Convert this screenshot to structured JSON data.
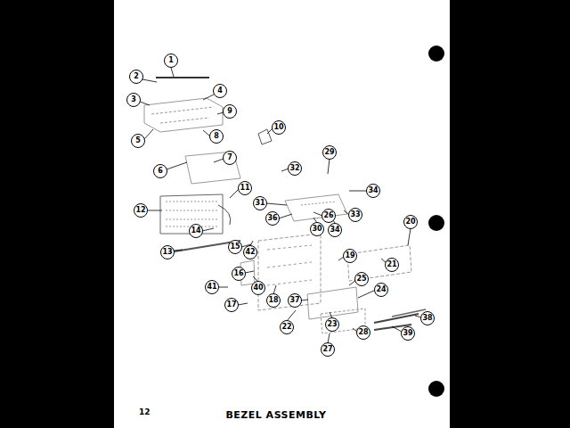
{
  "diagram": {
    "title": "BEZEL ASSEMBLY",
    "labels": [
      "1",
      "2",
      "3",
      "4",
      "5",
      "6",
      "7",
      "8",
      "9",
      "10",
      "11",
      "12",
      "13",
      "14",
      "15",
      "16",
      "17",
      "18",
      "19",
      "20",
      "21",
      "22",
      "23",
      "24",
      "25",
      "26",
      "27",
      "29",
      "30",
      "34",
      "31",
      "32",
      "33",
      "34",
      "36",
      "37",
      "28",
      "39",
      "38",
      "42",
      "41",
      "40",
      "12"
    ]
  }
}
